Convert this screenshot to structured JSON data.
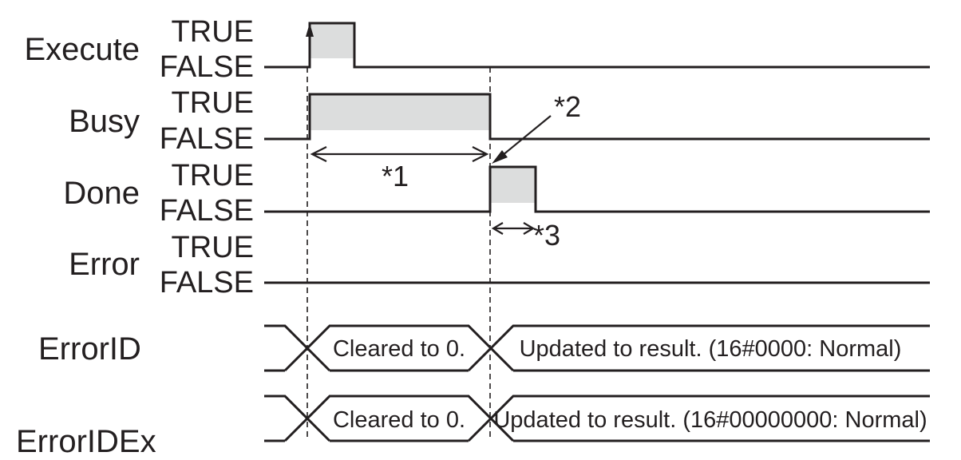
{
  "signals": [
    {
      "name": "Execute",
      "true_label": "TRUE",
      "false_label": "FALSE"
    },
    {
      "name": "Busy",
      "true_label": "TRUE",
      "false_label": "FALSE"
    },
    {
      "name": "Done",
      "true_label": "TRUE",
      "false_label": "FALSE"
    },
    {
      "name": "Error",
      "true_label": "TRUE",
      "false_label": "FALSE"
    }
  ],
  "buses": [
    {
      "name": "ErrorID",
      "segment1": "Cleared to 0.",
      "segment2": "Updated to result. (16#0000: Normal)"
    },
    {
      "name": "ErrorIDEx",
      "segment1": "Cleared to 0.",
      "segment2": "Updated to result. (16#00000000: Normal)"
    }
  ],
  "notes": {
    "n1": "*1",
    "n2": "*2",
    "n3": "*3"
  }
}
